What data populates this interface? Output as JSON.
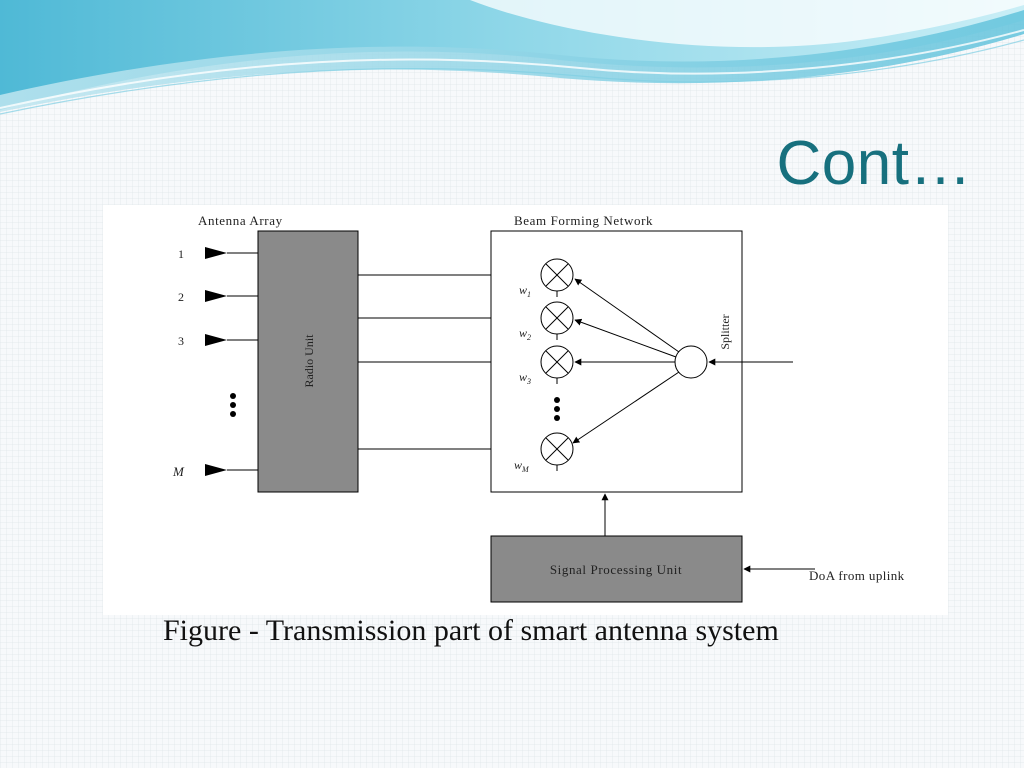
{
  "slide": {
    "title": "Cont…",
    "caption": "Figure - Transmission part of smart antenna system"
  },
  "diagram": {
    "antenna_array_label": "Antenna Array",
    "antenna_labels": [
      "1",
      "2",
      "3",
      "M"
    ],
    "radio_unit_label": "Radio Unit",
    "beam_forming_label": "Beam Forming Network",
    "weight_labels": [
      {
        "base": "w",
        "sub": "1"
      },
      {
        "base": "w",
        "sub": "2"
      },
      {
        "base": "w",
        "sub": "3"
      },
      {
        "base": "w",
        "sub": "M"
      }
    ],
    "splitter_label": "Splitter",
    "signal_processing_label": "Signal Processing Unit",
    "doa_label": "DoA from uplink"
  },
  "colors": {
    "title": "#17707e",
    "block_fill": "#8a8a8a",
    "swoosh_light": "#bfe9f2",
    "swoosh_dark": "#5bc3dc"
  }
}
